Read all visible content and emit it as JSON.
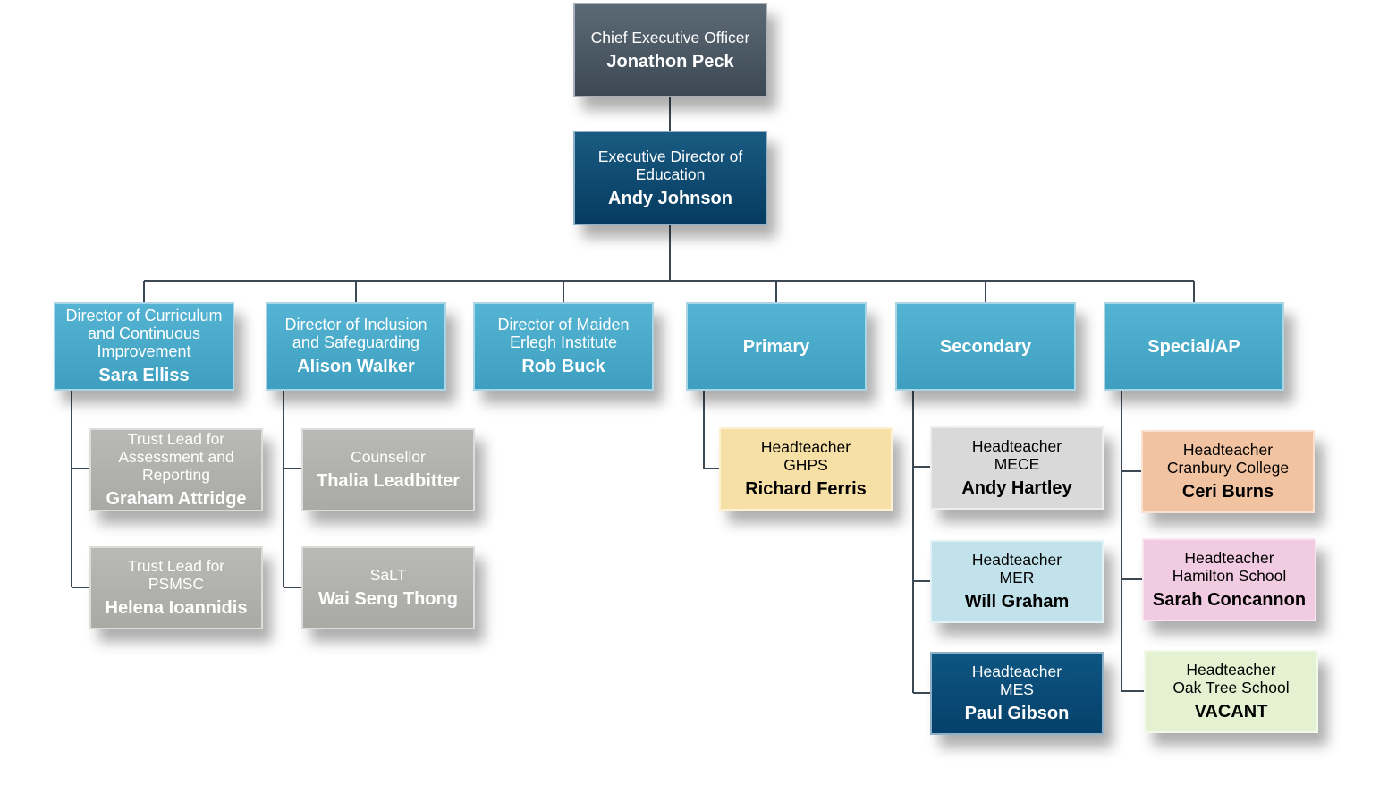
{
  "colors": {
    "connector": "#3c4954"
  },
  "ceo": {
    "role": "Chief Executive Officer",
    "name": "Jonathon Peck"
  },
  "exec_director": {
    "role": "Executive Director of\nEducation",
    "name": "Andy Johnson"
  },
  "directors": [
    {
      "role": "Director of Curriculum\nand Continuous\nImprovement",
      "name": "Sara Elliss"
    },
    {
      "role": "Director of Inclusion\nand Safeguarding",
      "name": "Alison Walker"
    },
    {
      "role": "Director of Maiden\nErlegh Institute",
      "name": "Rob Buck"
    },
    {
      "role": "",
      "name": "Primary"
    },
    {
      "role": "",
      "name": "Secondary"
    },
    {
      "role": "",
      "name": "Special/AP"
    }
  ],
  "curriculum_team": [
    {
      "role": "Trust Lead for\nAssessment and\nReporting",
      "name": "Graham Attridge"
    },
    {
      "role": "Trust Lead for\nPSMSC",
      "name": "Helena Ioannidis"
    }
  ],
  "inclusion_team": [
    {
      "role": "Counsellor",
      "name": "Thalia Leadbitter"
    },
    {
      "role": "SaLT",
      "name": "Wai Seng Thong"
    }
  ],
  "primary_schools": [
    {
      "role": "Headteacher\nGHPS",
      "name": "Richard Ferris"
    }
  ],
  "secondary_schools": [
    {
      "role": "Headteacher\nMECE",
      "name": "Andy Hartley"
    },
    {
      "role": "Headteacher\nMER",
      "name": "Will Graham"
    },
    {
      "role": "Headteacher\nMES",
      "name": "Paul Gibson"
    }
  ],
  "special_schools": [
    {
      "role": "Headteacher\nCranbury College",
      "name": "Ceri Burns"
    },
    {
      "role": "Headteacher\nHamilton School",
      "name": "Sarah Concannon"
    },
    {
      "role": "Headteacher\nOak Tree School",
      "name": "VACANT"
    }
  ]
}
